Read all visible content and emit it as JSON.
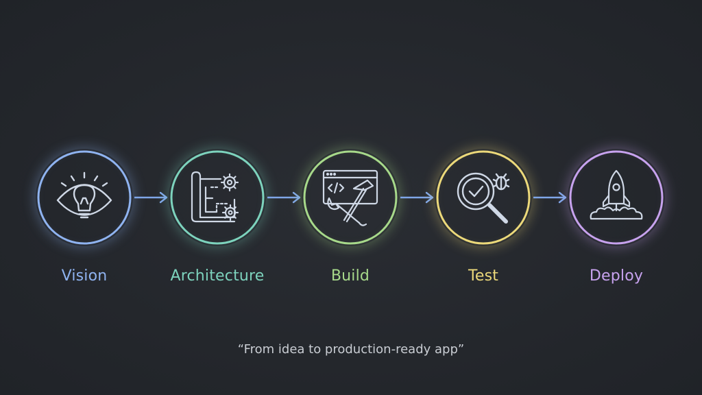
{
  "steps": [
    {
      "label": "Vision",
      "icon": "eye-lightbulb-icon",
      "color": "#8fb3f0"
    },
    {
      "label": "Architecture",
      "icon": "blueprint-gears-icon",
      "color": "#7dd3bd"
    },
    {
      "label": "Build",
      "icon": "code-window-tools-icon",
      "color": "#a7d98a"
    },
    {
      "label": "Test",
      "icon": "magnifier-bug-check-icon",
      "color": "#ecd97a"
    },
    {
      "label": "Deploy",
      "icon": "rocket-icon",
      "color": "#c7a2ee"
    }
  ],
  "arrow_color": "#7fa6e8",
  "tagline": "“From idea to production-ready app”"
}
